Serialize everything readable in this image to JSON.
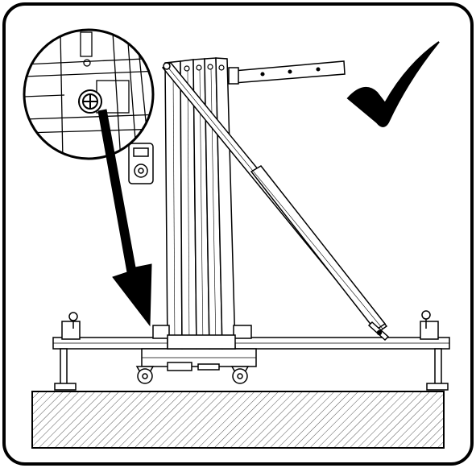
{
  "figure": {
    "kind": "instruction-illustration",
    "verdict": "correct",
    "verdict_icon": "check-mark-icon",
    "colors": {
      "ink": "#000000",
      "paper": "#ffffff",
      "hatch": "#555555"
    },
    "parts": [
      "lift-mast",
      "side-boom",
      "diagonal-brace",
      "winch",
      "base-frame",
      "caster-wheels",
      "outrigger-legs",
      "leveling-feet",
      "ground-slab",
      "magnifier-circle",
      "pointer-arrow"
    ]
  }
}
